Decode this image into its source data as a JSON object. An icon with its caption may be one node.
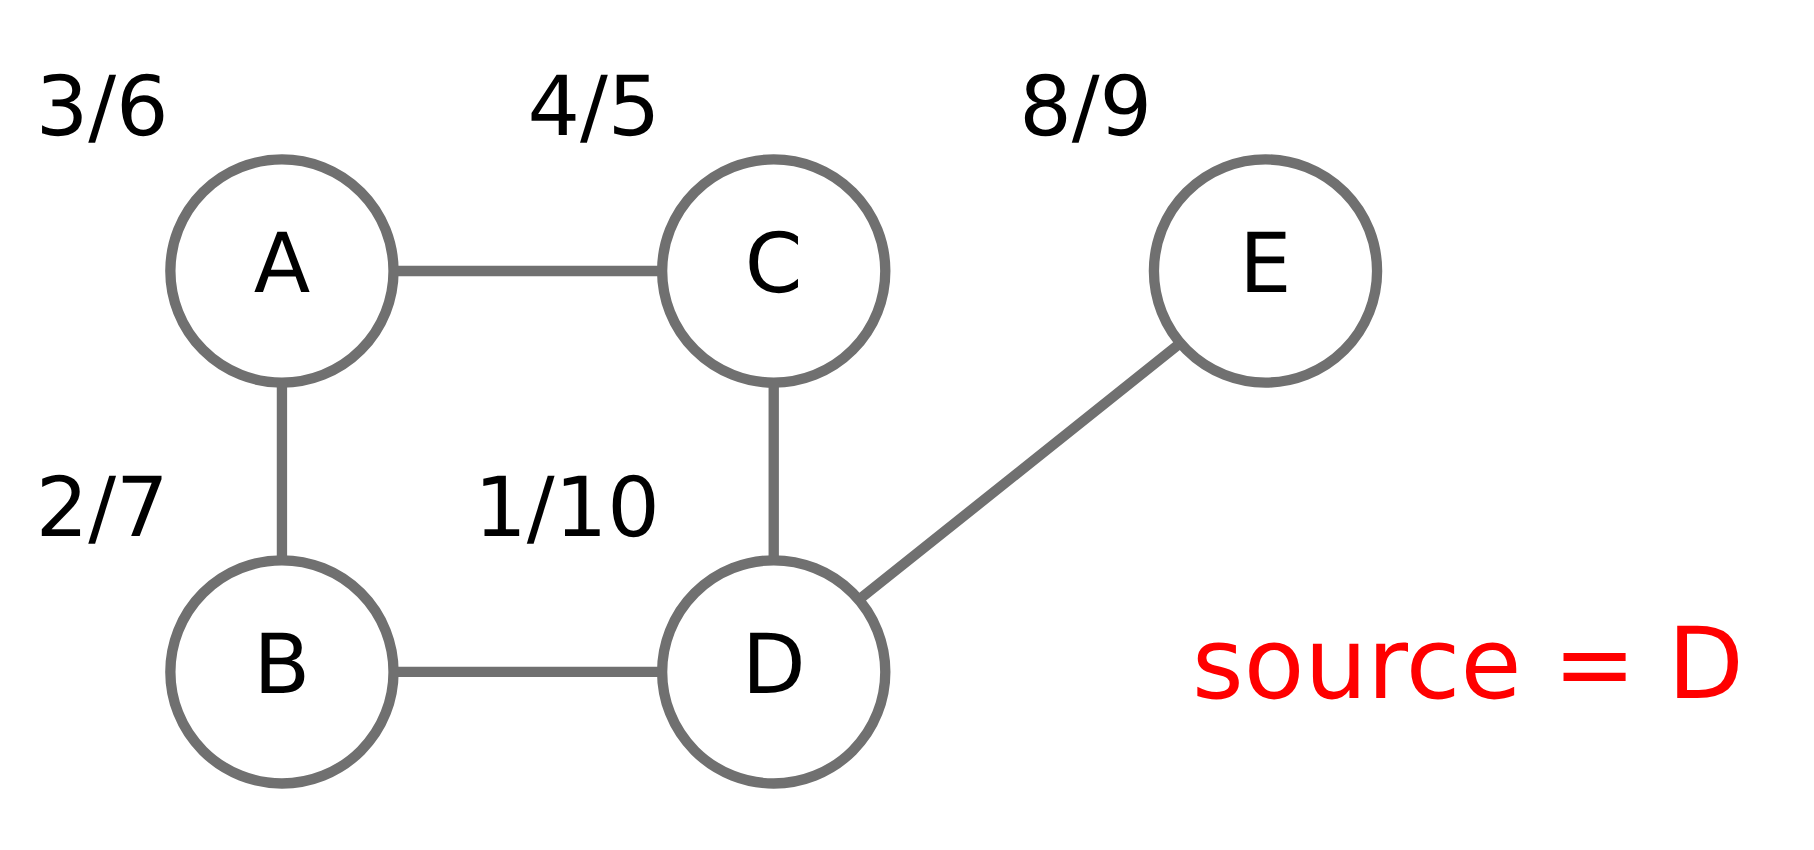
{
  "diagram": {
    "nodes": [
      {
        "text": [
          "A"
        ],
        "beside": [
          "3/6"
        ]
      },
      {
        "text": [
          "C"
        ],
        "beside": [
          "4/5"
        ]
      },
      {
        "text": [
          "E"
        ],
        "beside": [
          "8/9"
        ]
      },
      {
        "text": [
          "B"
        ],
        "beside": [
          "2/7"
        ]
      },
      {
        "text": [
          "D"
        ],
        "beside": [
          "1/10"
        ]
      }
    ],
    "edges": [
      {
        "from": 0,
        "to": 1,
        "arrow": "none"
      },
      {
        "from": 0,
        "to": 3,
        "arrow": "none"
      },
      {
        "from": 1,
        "to": 4,
        "arrow": "none"
      },
      {
        "from": 3,
        "to": 4,
        "arrow": "none"
      },
      {
        "from": 2,
        "to": 4,
        "arrow": "none"
      }
    ],
    "labels": [
      "source = D"
    ]
  }
}
